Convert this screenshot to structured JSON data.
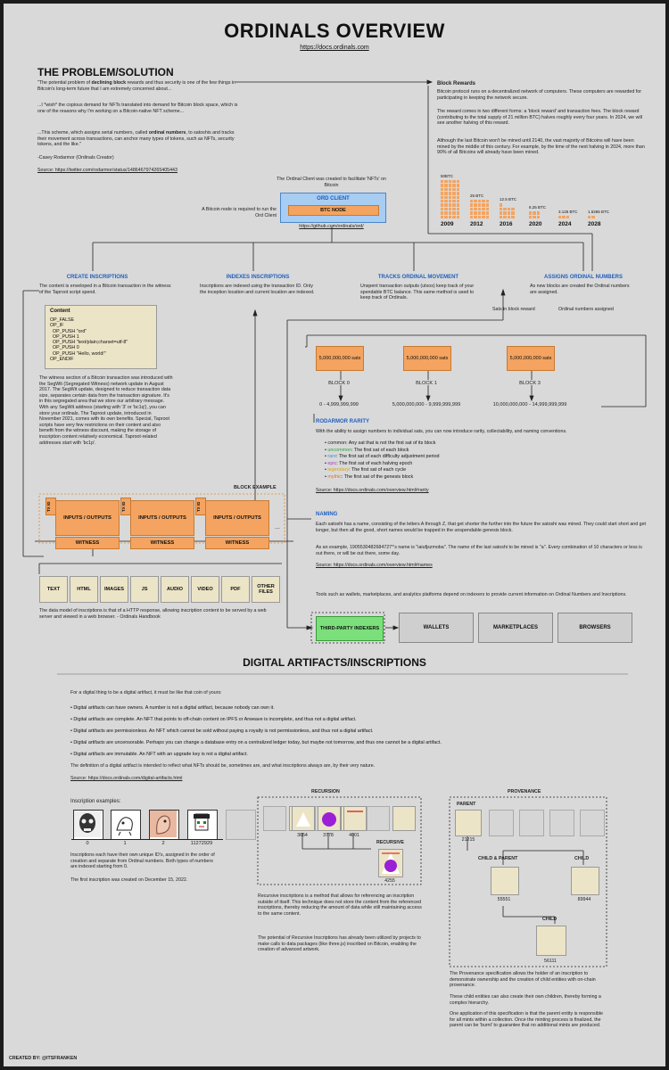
{
  "header": {
    "title": "ORDINALS OVERVIEW",
    "url": "https://docs.ordinals.com"
  },
  "problem": {
    "heading": "THE PROBLEM/SOLUTION",
    "quote1_pre": "\"The potential problem of ",
    "quote1_bold": "declining block",
    "quote1_post": " rewards and thus security is one of the few things in Bitcoin's long-term future that I am extremely concerned about...",
    "quote2": "...I *wish* the copious demand for NFTs translated into demand for Bitcoin block space, which is one of the reasons why I'm working on a Bitcoin-native NFT scheme...",
    "quote3_pre": "...This scheme, which assigns serial numbers, called ",
    "quote3_bold": "ordinal numbers",
    "quote3_post": ", to satoshis and tracks their movement across transactions, can anchor many types of tokens, such as NFTs, security tokens, and the like.\"",
    "author": "-Casey Rodarmor (Ordinals Creator)",
    "source": "Source: https://twitter.com/rodarmor/status/1486467974265405443"
  },
  "ord_client": {
    "caption": "The Ordinal Client was created to facilitate 'NFTs' on Bitcoin",
    "left_note": "A Bitcoin node is required to run the Ord Client",
    "label": "ORD CLIENT",
    "node_label": "BTC NODE",
    "link": "https://github.com/ordinals/ord/"
  },
  "block_rewards": {
    "heading": "Block Rewards",
    "p1": "Bitcoin protocol runs on a decentralized network of computers. These computers are rewarded for participating in keeping the network secure.",
    "p2": "The reward comes in two different forms: a 'block reward' and transaction fees. The block reward (contributing to the total supply of 21 million BTC) halves roughly every four years. In 2024, we will see another halving of this reward.",
    "p3": "Although the last Bitcoin won't be mined until 2140, the vast majority of Bitcoins will have been mined by the middle of this century. For example, by the time of the next halving in 2024, more than 90% of all Bitcoins will already have been mined."
  },
  "chart_data": {
    "type": "bar",
    "categories": [
      "2009",
      "2012",
      "2016",
      "2020",
      "2024",
      "2028"
    ],
    "values": [
      50,
      25,
      12.5,
      6.25,
      3.125,
      1.5625
    ],
    "value_labels": [
      "50BTC",
      "25 BTC",
      "12.5 BTC",
      "6.25 BTC",
      "3.125 BTC",
      "1.5265 BTC"
    ],
    "ylabel": "",
    "xlabel": "",
    "color": "#f4a460"
  },
  "sections": {
    "create": {
      "heading": "CREATE INSCRIPTIONS",
      "text": "The content is enveloped in a Bitcoin transaction in the witness of the Taproot script spend."
    },
    "indexes": {
      "heading": "INDEXES INSCRIPTIONS",
      "text": "Inscriptions are indexed using the transaction ID. Only the inception location and current location are indexed."
    },
    "tracks": {
      "heading": "TRACKS ORDINAL MOVEMENT",
      "text": "Unspent transaction outputs (utxos) keep track of your spendable BTC balance. This same method is used to keep track of Ordinals."
    },
    "assigns": {
      "heading": "ASSIGNS ORDINAL NUMBERS",
      "text": "As new blocks are created the Ordinal numbers are assigned."
    }
  },
  "content_box": {
    "title": "Content",
    "lines": [
      "OP_FALSE",
      "OP_IF",
      "  OP_PUSH \"ord\"",
      "  OP_PUSH 1",
      "  OP_PUSH \"text/plain;charset=utf-8\"",
      "  OP_PUSH 0",
      "  OP_PUSH \"Hello, world!\"",
      "OP_ENDIF"
    ]
  },
  "witness_text": "The witness section of a Bitcoin transaction was introduced with the SegWit (Segregated Witness) network update in August 2017. The SegWit update, designed to reduce transaction data size, separates certain data from the transaction signature. It's in this segregated area that we store our arbitrary message. With any SegWit address (starting with '3' or 'bc1q'), you can store your ordinals. The Taproot update, introduced in November 2021, comes with its own benefits. Special, Taproot scripts have very few restrictions on their content and also benefit from the witness discount, making the storage of inscription content relatively economical. Taproot-related addresses start with 'bc1p'.",
  "block_example": {
    "label": "BLOCK EXAMPLE",
    "txid": "TX ID",
    "io": "INPUTS / OUTPUTS",
    "witness": "WITNESS",
    "ellipsis": "..."
  },
  "file_types": [
    "TEXT",
    "HTML",
    "IMAGES",
    "JS",
    "AUDIO",
    "VIDEO",
    "PDF",
    "OTHER FILES"
  ],
  "data_model_text": "The data model of inscriptions is that of a HTTP response, allowing inscription content to be served by a web server and viewed in a web browser. - Ordinals Handbook",
  "sats": {
    "left_label": "Sats in block reward",
    "right_label": "Ordinal numbers assigned",
    "box": "5,000,000,000 sats",
    "blocks": [
      {
        "label": "BLOCK 0",
        "range": "0 - 4,999,999,999"
      },
      {
        "label": "BLOCK 1",
        "range": "5,000,000,000 - 9,999,999,999"
      },
      {
        "label": "BLOCK 3",
        "range": "10,000,000,000 - 14,999,999,999"
      }
    ]
  },
  "rarity": {
    "heading": "RODARMOR RARITY",
    "intro": "With the ability to assign numbers to individual sats, you can now introduce rarity, collectability, and naming conventions.",
    "items": [
      {
        "name": "common",
        "desc": ": Any sat that is not the first sat of its block",
        "color": "#222222"
      },
      {
        "name": "uncommon",
        "desc": ": The first sat of each block",
        "color": "#2e9e3e"
      },
      {
        "name": "rare",
        "desc": ": The first sat of each difficulty adjustment period",
        "color": "#3a8fd6"
      },
      {
        "name": "epic",
        "desc": ": The first sat of each halving epoch",
        "color": "#b03ac9"
      },
      {
        "name": "legendary",
        "desc": ": The first sat of each cycle",
        "color": "#d6a21a"
      },
      {
        "name": "mythic",
        "desc": ": The first sat of the genesis block",
        "color": "#e0732a"
      }
    ],
    "source": "Source: https://docs.ordinals.com/overview.html#rarity"
  },
  "naming": {
    "heading": "NAMING",
    "p1": "Each satoshi has a name, consisting of the letters A through Z, that get shorter the further into the future the satoshi was mined. They could start short and get longer, but then all the good, short names would be trapped in the unspendable genesis block.",
    "p2": "As an example, 1905530482684727°'s name is \"iaiufjszmoba\". The name of the last satoshi to be mined is \"a\". Every combination of 10 characters or less is out there, or will be out there, some day.",
    "source": "Source: https://docs.ordinals.com/overview.html#names"
  },
  "indexers": {
    "text": "Tools such as wallets, marketplaces, and analytics platforms depend on indexers to provide current information on Ordinal Numbers and Inscriptions.",
    "third_party": "THIRD-PARTY INDEXERS",
    "wallets": "WALLETS",
    "marketplaces": "MARKETPLACES",
    "browsers": "BROWSERS"
  },
  "artifacts": {
    "heading": "DIGITAL ARTIFACTS/INSCRIPTIONS",
    "intro": "For a digital thing to be a digital artifact, it must be like that coin of yours:",
    "bullets": [
      "Digital artifacts can have owners. A number is not a digital artifact, because nobody can own it.",
      "Digital artifacts are complete. An NFT that points to off-chain content on IPFS or Arweave is incomplete, and thus not a digital artifact.",
      "Digital artifacts are permissionless. An NFT which cannot be sold without paying a royalty is not permissionless, and thus not a digital artifact.",
      "Digital artifacts are uncensorable. Perhaps you can change a database entry on a centralized ledger today, but maybe not tomorrow, and thus one cannot be a digital artifact.",
      "Digital artifacts are immutable. An NFT with an upgrade key is not a digital artifact."
    ],
    "definition": "The definition of a digital artifact is intended to reflect what NFTs should be, sometimes are, and what inscriptions always are, by their very nature.",
    "source": "Source: https://docs.ordinals.com/digital-artifacts.html"
  },
  "examples": {
    "label": "Inscription examples:",
    "numbers": [
      "0",
      "1",
      "2",
      "11272929"
    ],
    "p1": "Inscriptions each have their own unique ID's, assigned in the order of creation and separate from Ordinal numbers. Both types of numbers are indexed starting from 0.",
    "p2": "The first inscription was created on December 15, 2022."
  },
  "recursion": {
    "heading": "RECURSION",
    "numbers": [
      "3654",
      "3778",
      "4001"
    ],
    "recursive_label": "RECURSIVE",
    "recursive_number": "4255",
    "p1": "Recursive inscriptions is a method that allows for referencing an inscription outside of itself. This technique does not store the content from the referenced inscriptions, thereby reducing the amount of data while still maintaining access to the same content.",
    "p2": "The potential of Recursive Inscriptions has already been utilized by projects to make calls to data packages (like three.js) inscribed on Bitcoin, enabling the creation of advanced artwork."
  },
  "provenance": {
    "heading": "PROVENANCE",
    "parent": "PARENT",
    "parent_number": "21215",
    "child_parent": "CHILD  & PARENT",
    "child": "CHILD",
    "numbers": [
      "55551",
      "89944",
      "56111"
    ],
    "p1": "The Provenance specification allows the holder of an inscription to demonstrate ownership and the creation of child entities with on-chain provenance.",
    "p2": "These child entities can also create their own children, thereby forming a complex hierarchy.",
    "p3": "One application of this specification is that the parent entity is responsible for all mints within a collection. Once the minting process is finalized, the parent can be 'burnt' to guarantee that no additional mints are produced."
  },
  "footer": {
    "credit": "CREATED BY: @ITSFRANKEN"
  }
}
